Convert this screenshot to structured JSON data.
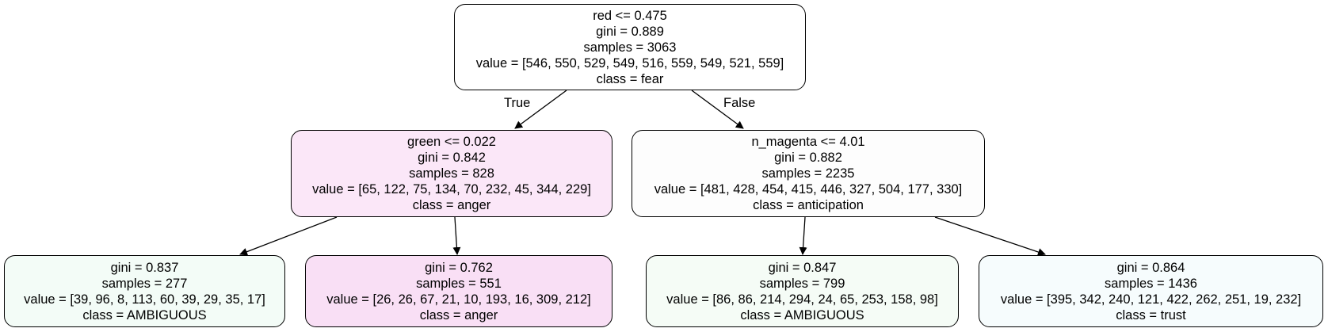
{
  "colors": {
    "border": "#000000",
    "edge": "#000000",
    "root_fill": "#ffffff",
    "anger_split_fill": "#fbe7f8",
    "anticipation_split_fill": "#fdfdfd",
    "ambiguous_left_fill": "#f3fcf7",
    "anger_leaf_fill": "#f9dff5",
    "ambiguous_right_fill": "#f5fcf6",
    "trust_leaf_fill": "#f6fcfd"
  },
  "tree": {
    "root": {
      "condition": "red <= 0.475",
      "gini": "gini = 0.889",
      "samples": "samples = 3063",
      "value": "value = [546, 550, 529, 549, 516, 559, 549, 521, 559]",
      "class": "class = fear"
    },
    "edge_labels": {
      "true": "True",
      "false": "False"
    },
    "left": {
      "condition": "green <= 0.022",
      "gini": "gini = 0.842",
      "samples": "samples = 828",
      "value": "value = [65, 122, 75, 134, 70, 232, 45, 344, 229]",
      "class": "class = anger"
    },
    "right": {
      "condition": "n_magenta <= 4.01",
      "gini": "gini = 0.882",
      "samples": "samples = 2235",
      "value": "value = [481, 428, 454, 415, 446, 327, 504, 177, 330]",
      "class": "class = anticipation"
    },
    "leaf_left_left": {
      "gini": "gini = 0.837",
      "samples": "samples = 277",
      "value": "value = [39, 96, 8, 113, 60, 39, 29, 35, 17]",
      "class": "class = AMBIGUOUS"
    },
    "leaf_left_right": {
      "gini": "gini = 0.762",
      "samples": "samples = 551",
      "value": "value = [26, 26, 67, 21, 10, 193, 16, 309, 212]",
      "class": "class = anger"
    },
    "leaf_right_left": {
      "gini": "gini = 0.847",
      "samples": "samples = 799",
      "value": "value = [86, 86, 214, 294, 24, 65, 253, 158, 98]",
      "class": "class = AMBIGUOUS"
    },
    "leaf_right_right": {
      "gini": "gini = 0.864",
      "samples": "samples = 1436",
      "value": "value = [395, 342, 240, 121, 422, 262, 251, 19, 232]",
      "class": "class = trust"
    }
  }
}
